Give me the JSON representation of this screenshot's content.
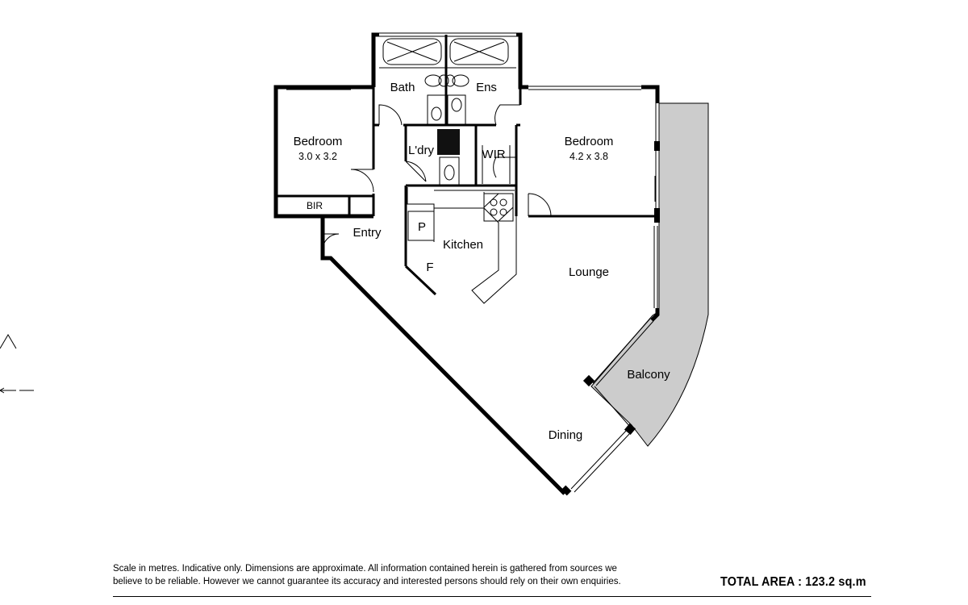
{
  "rooms": {
    "bedroom1": {
      "name": "Bedroom",
      "dims": "3.0 x 3.2"
    },
    "bir": "BIR",
    "entry": "Entry",
    "bath": "Bath",
    "ens": "Ens",
    "laundry": "L'dry",
    "wir": "WIR",
    "bedroom2": {
      "name": "Bedroom",
      "dims": "4.2 x 3.8"
    },
    "pantry": "P",
    "fridge": "F",
    "kitchen": "Kitchen",
    "lounge": "Lounge",
    "balcony": "Balcony",
    "dining": "Dining"
  },
  "footer": {
    "disclaimer_line1": "Scale in metres. Indicative only. Dimensions are approximate. All information contained herein is gathered from sources we",
    "disclaimer_line2": "believe to be reliable. However we cannot guarantee its accuracy and interested persons should rely on their own enquiries.",
    "total_area": "TOTAL AREA : 123.2 sq.m"
  },
  "colors": {
    "wall": "#000000",
    "balcony_fill": "#cccccc",
    "background": "#ffffff"
  }
}
